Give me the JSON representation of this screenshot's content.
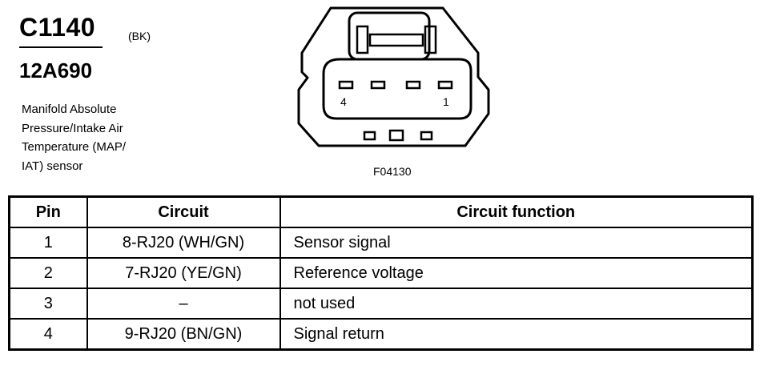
{
  "connector": {
    "id": "C1140",
    "color_code": "(BK)",
    "part_number": "12A690",
    "description_lines": [
      "Manifold Absolute",
      "Pressure/Intake Air",
      "Temperature (MAP/",
      "IAT) sensor"
    ]
  },
  "diagram": {
    "pin_label_left": "4",
    "pin_label_right": "1",
    "figure_ref": "F04130"
  },
  "table": {
    "headers": {
      "pin": "Pin",
      "circuit": "Circuit",
      "function": "Circuit function"
    },
    "rows": [
      {
        "pin": "1",
        "circuit": "8-RJ20 (WH/GN)",
        "function": "Sensor signal"
      },
      {
        "pin": "2",
        "circuit": "7-RJ20 (YE/GN)",
        "function": "Reference voltage"
      },
      {
        "pin": "3",
        "circuit": "–",
        "function": "not used"
      },
      {
        "pin": "4",
        "circuit": "9-RJ20 (BN/GN)",
        "function": "Signal return"
      }
    ]
  }
}
